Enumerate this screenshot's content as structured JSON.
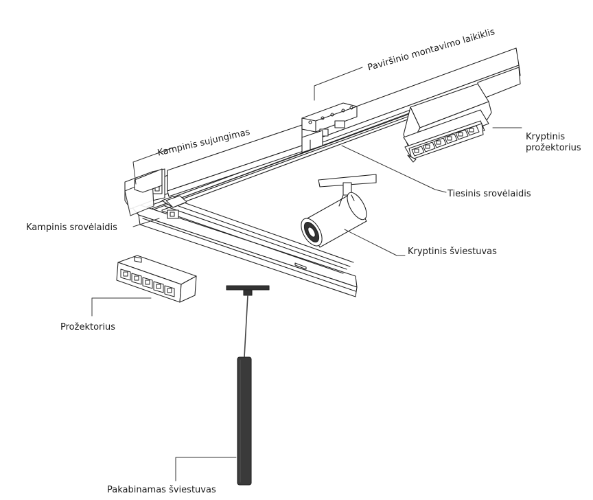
{
  "labels": {
    "surface_bracket": "Paviršinio montavimo laikiklis",
    "corner_joint": "Kampinis sujungimas",
    "directional_spotlight": "Kryptinis\nprožektorius",
    "straight_track": "Tiesinis srovėlaidis",
    "corner_track": "Kampinis srovėlaidis",
    "directional_luminaire": "Kryptinis šviestuvas",
    "spotlight": "Prožektorius",
    "pendant_luminaire": "Pakabinamas šviestuvas"
  }
}
